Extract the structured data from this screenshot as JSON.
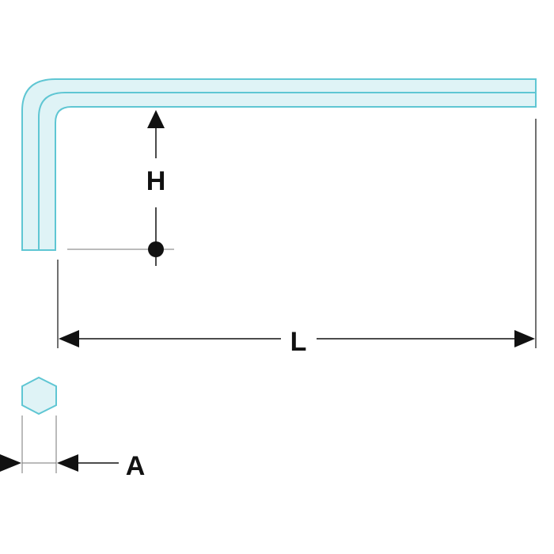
{
  "labels": {
    "height": "H",
    "length": "L",
    "across_flats": "A"
  },
  "colors": {
    "key_fill": "#dff3f6",
    "key_stroke": "#5fc6d3",
    "line": "#111111",
    "thin": "#555555"
  }
}
